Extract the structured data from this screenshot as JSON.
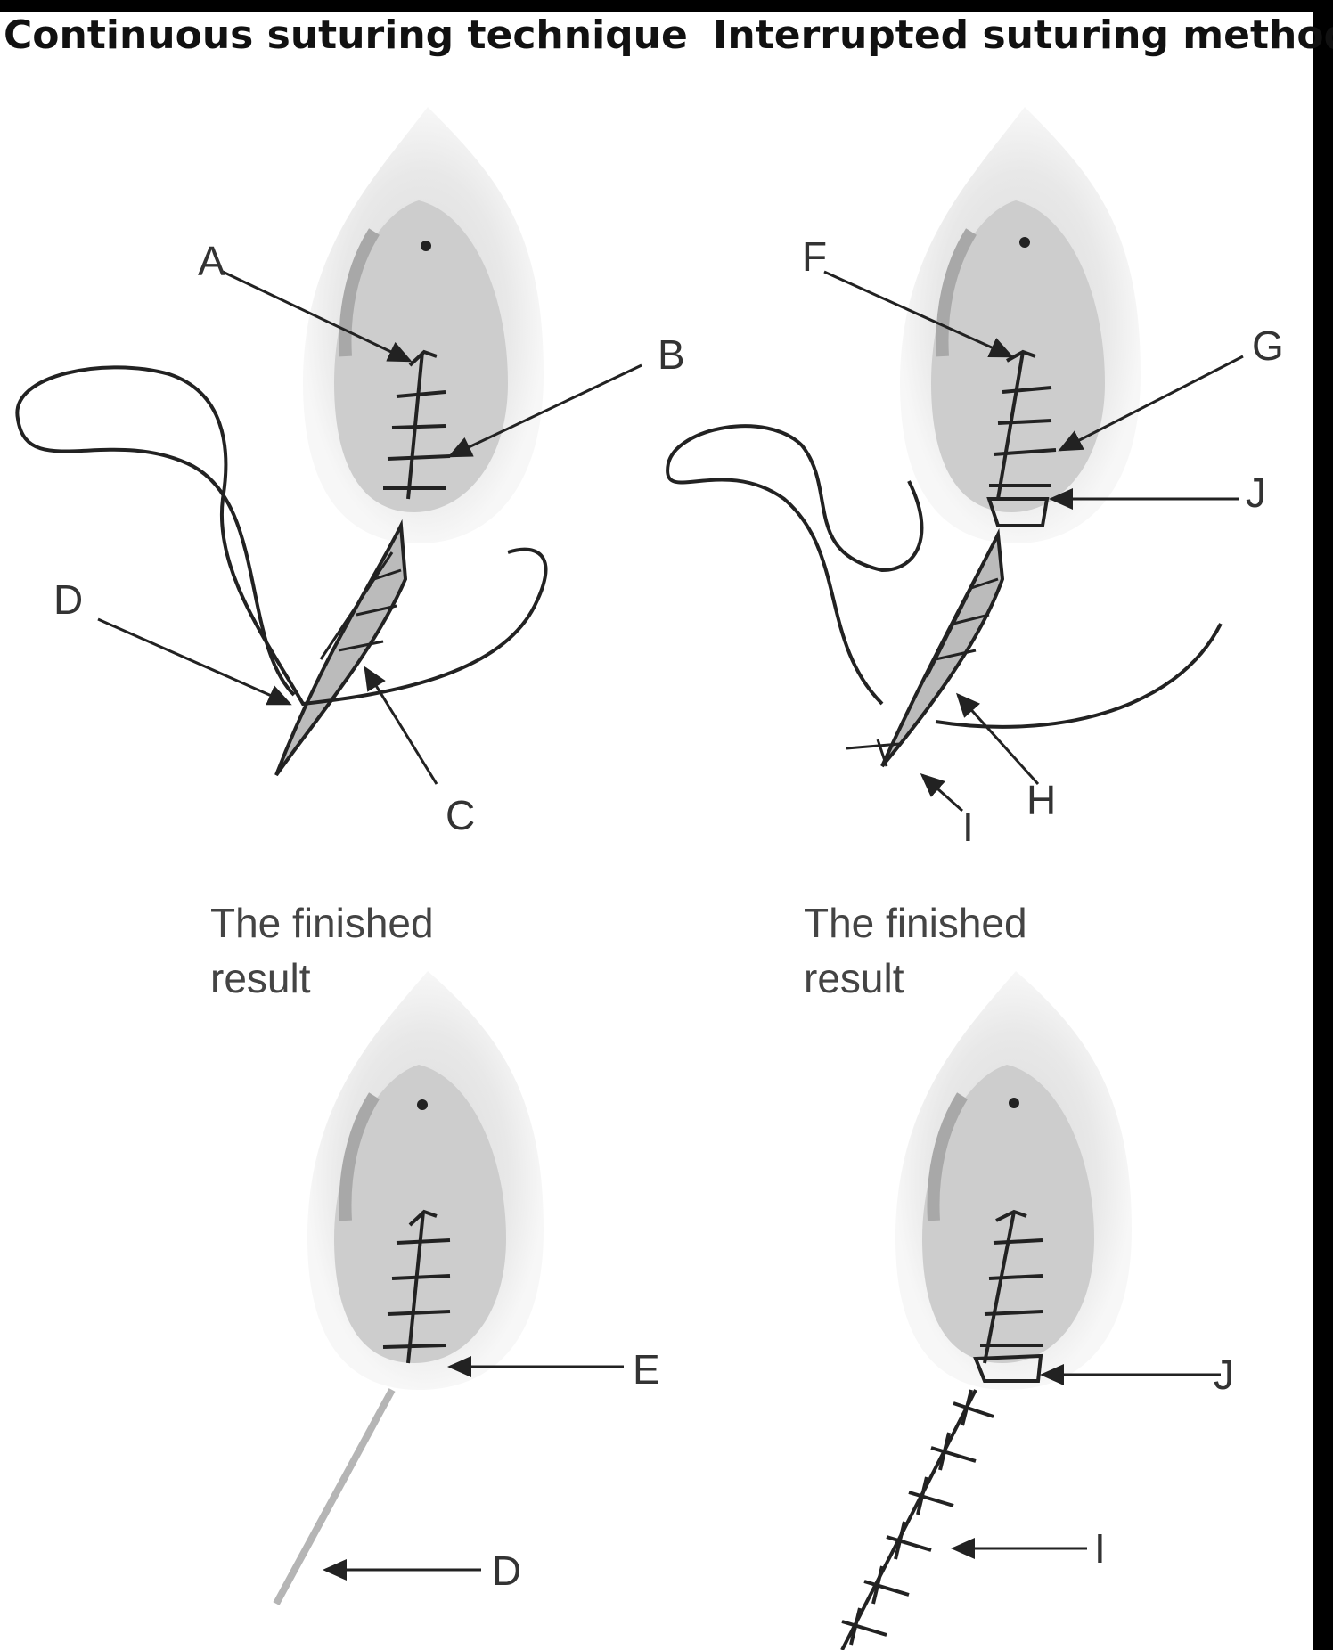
{
  "headings": {
    "left": "Continuous suturing technique",
    "right": "Interrupted suturing method"
  },
  "captions": {
    "left": [
      "The finished",
      "result"
    ],
    "right": [
      "The finished",
      "result"
    ]
  },
  "labels": {
    "A": "A",
    "B": "B",
    "C": "C",
    "D": "D",
    "E": "E",
    "D2": "D",
    "F": "F",
    "G": "G",
    "H": "H",
    "I": "I",
    "J": "J",
    "J2": "J",
    "I2": "I"
  },
  "colors": {
    "frame": "#000000",
    "skin_halo": "#e6e6e6",
    "skin_inner": "#cfcfcf",
    "wound_edge": "#a8a8a8",
    "line": "#222222"
  }
}
